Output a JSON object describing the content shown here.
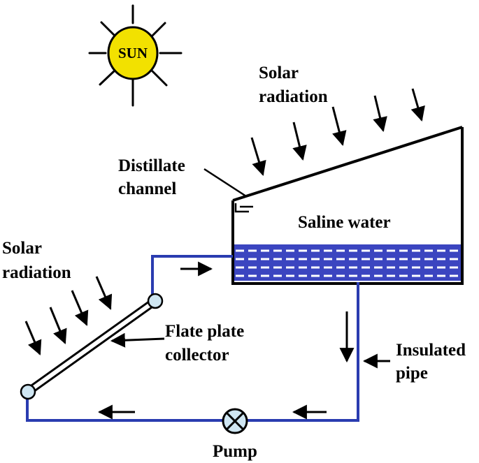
{
  "labels": {
    "sun": "SUN",
    "solar_radiation_right_line1": "Solar",
    "solar_radiation_right_line2": "radiation",
    "solar_radiation_left_line1": "Solar",
    "solar_radiation_left_line2": "radiation",
    "distillate_line1": "Distillate",
    "distillate_line2": "channel",
    "saline_water": "Saline water",
    "collector_line1": "Flate plate",
    "collector_line2": "collector",
    "insulated_line1": "Insulated",
    "insulated_line2": "pipe",
    "pump": "Pump"
  },
  "colors": {
    "sun_fill": "#f2e100",
    "pipe": "#2a3cb0",
    "water": "#3b45c0",
    "outline": "#000000",
    "node_fill": "#cfe6f2"
  },
  "icons": {
    "sun": "sun-icon",
    "pump": "pump-icon"
  }
}
